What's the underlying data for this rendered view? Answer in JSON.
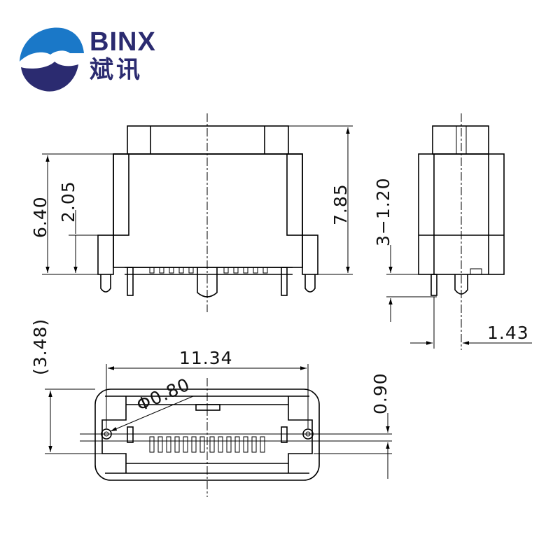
{
  "brand": {
    "name": "BINX",
    "chinese_name": "斌讯",
    "color_blue": "#1a78c8",
    "color_navy": "#2b2b70"
  },
  "dimensions": {
    "height_total": "6.40",
    "height_mount": "2.05",
    "height_overall": "7.85",
    "side_pins": "3−1.20",
    "pin_offset": "1.43",
    "depth_ref": "(3.48)",
    "width": "11.34",
    "hole_dia": "Φ0.80",
    "hole_offset": "0.90"
  }
}
